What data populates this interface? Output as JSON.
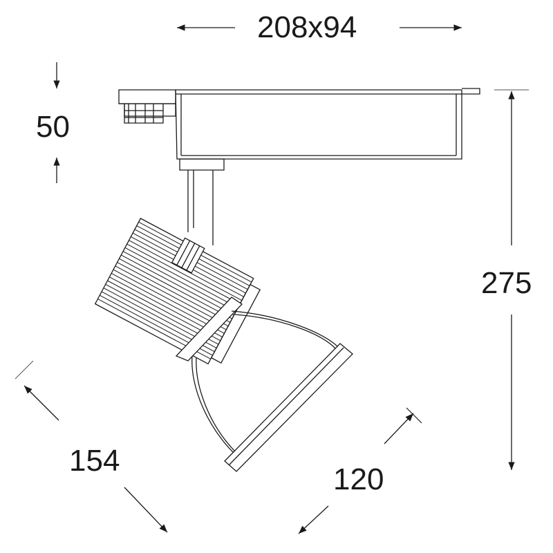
{
  "drawing": {
    "subject": "track spotlight fixture",
    "line_color": "#1a1a1a",
    "background": "#ffffff"
  },
  "dimensions": {
    "width_x_depth": "208x94",
    "adapter_height": "50",
    "overall_height": "275",
    "head_length": "154",
    "front_diameter": "120"
  }
}
